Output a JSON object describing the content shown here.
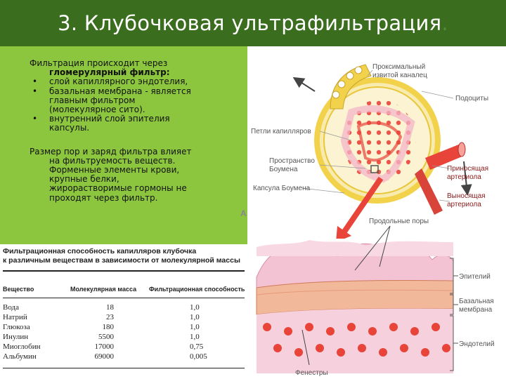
{
  "header": {
    "title": "3. Клубочковая ультрафильтрация",
    "title_dot": ".",
    "background": "#3a6e1e"
  },
  "text_panel": {
    "background": "#8cc63f",
    "intro": "Фильтрация происходит через",
    "filter_name": "гломерулярный фильтр:",
    "bullets": [
      {
        "lines": [
          "слой капиллярного эндотелия,"
        ]
      },
      {
        "lines": [
          "базальная мембрана - является",
          "главным фильтром",
          "(молекулярное сито)."
        ]
      },
      {
        "lines": [
          "внутренний слой эпителия",
          "капсулы."
        ]
      }
    ],
    "paragraph_first": "Размер пор и заряд фильтра влияет",
    "paragraph_rest": [
      "на фильтруемость веществ.",
      "Форменные элементы крови,",
      "крупные белки,",
      "жирорастворимые гормоны не",
      "проходят через фильтр."
    ]
  },
  "table": {
    "title_line1": "Фильтрационная способность капилляров клубочка",
    "title_line2": "к различным веществам в зависимости от молекулярной массы",
    "headers": [
      "Вещество",
      "Молекулярная масса",
      "Фильтрационная способность"
    ],
    "rows": [
      [
        "Вода",
        "18",
        "1,0"
      ],
      [
        "Натрий",
        "23",
        "1,0"
      ],
      [
        "Глюкоза",
        "180",
        "1,0"
      ],
      [
        "Инулин",
        "5500",
        "1,0"
      ],
      [
        "Миоглобин",
        "17000",
        "0,75"
      ],
      [
        "Альбумин",
        "69000",
        "0,005"
      ]
    ]
  },
  "diagram": {
    "panel_letter": "А",
    "labels": {
      "proximal": [
        "Проксимальный",
        "извитой каналец"
      ],
      "podocytes": "Подоциты",
      "capillary_loops": "Петли капилляров",
      "bowman_space": [
        "Пространство",
        "Боумена"
      ],
      "bowman_capsule": "Капсула Боумена",
      "afferent": [
        "Приносящая",
        "артериола"
      ],
      "efferent": [
        "Выносящая",
        "артериола"
      ],
      "slit_pores": "Продольные поры",
      "epithelium": "Эпителий",
      "basal_membrane": [
        "Базальная",
        "мембрана"
      ],
      "endothelium": "Эндотелий",
      "fenestrae": "Фенестры"
    },
    "colors": {
      "capsule": "#f2d24a",
      "capsule_fill": "#f8ebb0",
      "capillary": "#e8443a",
      "pink": "#f4b6c8",
      "arrow": "#e8443a"
    }
  }
}
